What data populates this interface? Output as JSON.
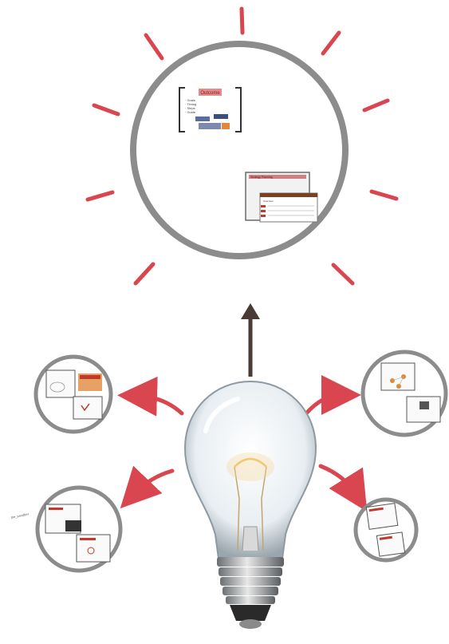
{
  "main_circle": {
    "card1": {
      "title": "Outcome",
      "bullets": [
        "· Goals",
        "· Timing",
        "· Steps",
        "· Guide"
      ]
    },
    "card2": {
      "header": "Strategy Planning",
      "row_label": "Overview"
    }
  },
  "small_circles": [
    {
      "id": "top-left"
    },
    {
      "id": "bottom-left",
      "side_note": "the_sandbox"
    },
    {
      "id": "top-right"
    },
    {
      "id": "bottom-right"
    }
  ],
  "colors": {
    "ring": "#8c8c8c",
    "rays": "#d9464f",
    "up_arrow": "#4a3a34",
    "side_arrows": "#d9464f",
    "accent": "#c0392b"
  },
  "icons": [
    "lightbulb-icon",
    "arrow-up-icon",
    "curved-arrow-icon"
  ]
}
